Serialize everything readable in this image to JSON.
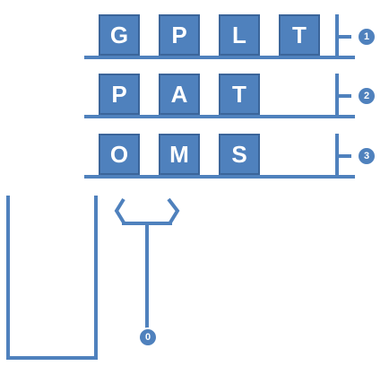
{
  "shelves": [
    {
      "number": "1",
      "blocks": [
        "G",
        "P",
        "L",
        "T"
      ]
    },
    {
      "number": "2",
      "blocks": [
        "P",
        "A",
        "T"
      ]
    },
    {
      "number": "3",
      "blocks": [
        "O",
        "M",
        "S"
      ]
    }
  ],
  "claw": {
    "number": "0"
  },
  "colors": {
    "block_fill": "#4f81bd",
    "block_border": "#3b659a",
    "structure": "#4f81bd"
  }
}
